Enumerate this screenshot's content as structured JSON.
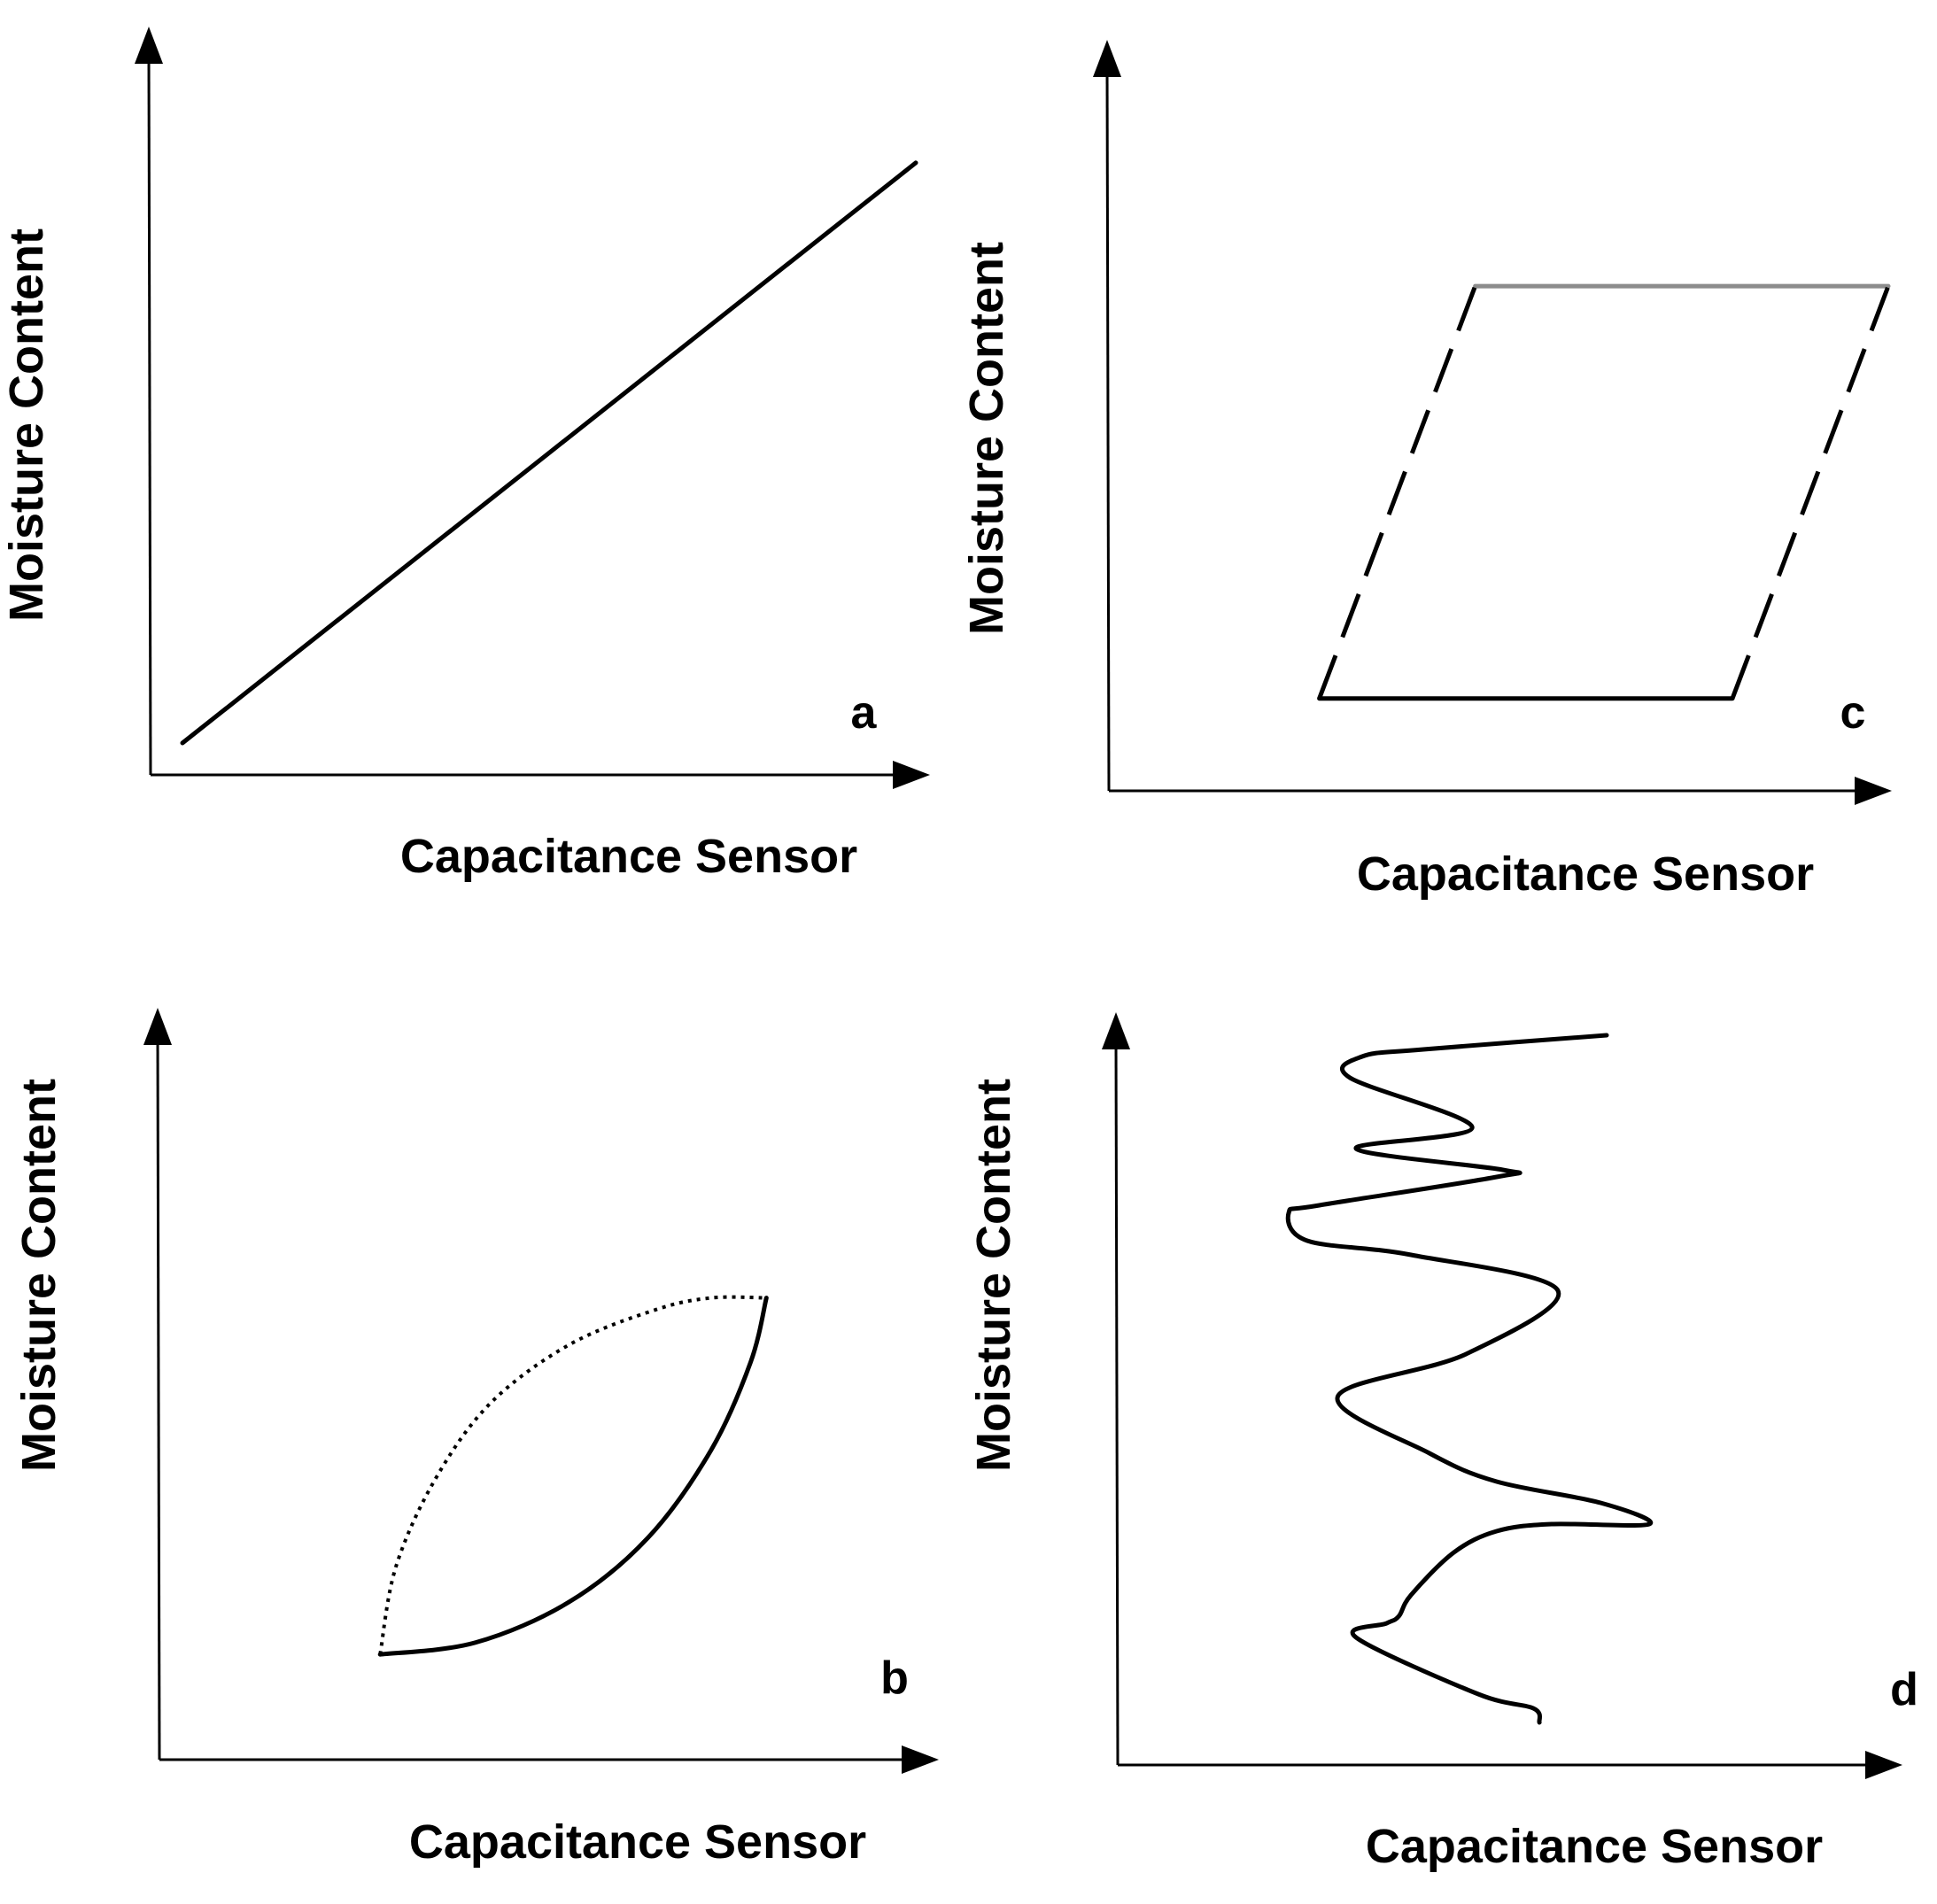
{
  "colors": {
    "ink": "#000000",
    "grey_line": "#8c8c8c",
    "background": "#ffffff"
  },
  "chart_data": [
    {
      "panel": "a",
      "type": "line",
      "xlabel": "Capacitance Sensor",
      "ylabel": "Moisture Content",
      "grid": false,
      "xlim": [
        0,
        1
      ],
      "ylim": [
        0,
        1
      ],
      "series": [
        {
          "style": "solid",
          "color": "#000000",
          "x": [
            0.04,
            0.96
          ],
          "y": [
            0.05,
            0.96
          ]
        }
      ]
    },
    {
      "panel": "b",
      "type": "line",
      "xlabel": "Capacitance Sensor",
      "ylabel": "Moisture Content",
      "grid": false,
      "xlim": [
        0,
        1
      ],
      "ylim": [
        0,
        1
      ],
      "series": [
        {
          "style": "solid",
          "color": "#000000",
          "x": [
            0.28,
            0.4,
            0.52,
            0.62,
            0.7,
            0.75,
            0.77
          ],
          "y": [
            0.18,
            0.2,
            0.27,
            0.38,
            0.53,
            0.68,
            0.79
          ]
        },
        {
          "style": "dotted",
          "color": "#000000",
          "x": [
            0.28,
            0.3,
            0.35,
            0.42,
            0.52,
            0.63,
            0.7,
            0.77
          ],
          "y": [
            0.18,
            0.33,
            0.48,
            0.61,
            0.71,
            0.77,
            0.79,
            0.79
          ]
        }
      ]
    },
    {
      "panel": "c",
      "type": "line",
      "xlabel": "Capacitance Sensor",
      "ylabel": "Moisture Content",
      "grid": false,
      "xlim": [
        0,
        1
      ],
      "ylim": [
        0,
        1
      ],
      "series": [
        {
          "style": "solid",
          "color": "#000000",
          "x": [
            0.27,
            0.8
          ],
          "y": [
            0.15,
            0.15
          ]
        },
        {
          "style": "solid",
          "color": "#8c8c8c",
          "x": [
            0.47,
            1.0
          ],
          "y": [
            0.82,
            0.82
          ]
        },
        {
          "style": "dashed",
          "color": "#000000",
          "x": [
            0.27,
            0.47
          ],
          "y": [
            0.15,
            0.82
          ]
        },
        {
          "style": "dashed",
          "color": "#000000",
          "x": [
            0.8,
            1.0
          ],
          "y": [
            0.15,
            0.82
          ]
        }
      ]
    },
    {
      "panel": "d",
      "type": "line",
      "xlabel": "Capacitance Sensor",
      "ylabel": "Moisture Content",
      "grid": false,
      "xlim": [
        0,
        1
      ],
      "ylim": [
        0,
        1
      ],
      "series": [
        {
          "style": "solid",
          "color": "#000000",
          "x": [
            0.69,
            0.68,
            0.59,
            0.39,
            0.44,
            0.46,
            0.48,
            0.55,
            0.62,
            0.71,
            0.87,
            0.79,
            0.62,
            0.51,
            0.36,
            0.57,
            0.72,
            0.48,
            0.31,
            0.28,
            0.33,
            0.62,
            0.63,
            0.39,
            0.58,
            0.38,
            0.4,
            0.5,
            0.8
          ],
          "y": [
            0.06,
            0.08,
            0.1,
            0.18,
            0.2,
            0.21,
            0.24,
            0.3,
            0.33,
            0.34,
            0.34,
            0.37,
            0.4,
            0.44,
            0.52,
            0.58,
            0.67,
            0.72,
            0.74,
            0.78,
            0.79,
            0.83,
            0.84,
            0.87,
            0.9,
            0.97,
            1.0,
            1.01,
            1.03
          ]
        }
      ]
    }
  ]
}
